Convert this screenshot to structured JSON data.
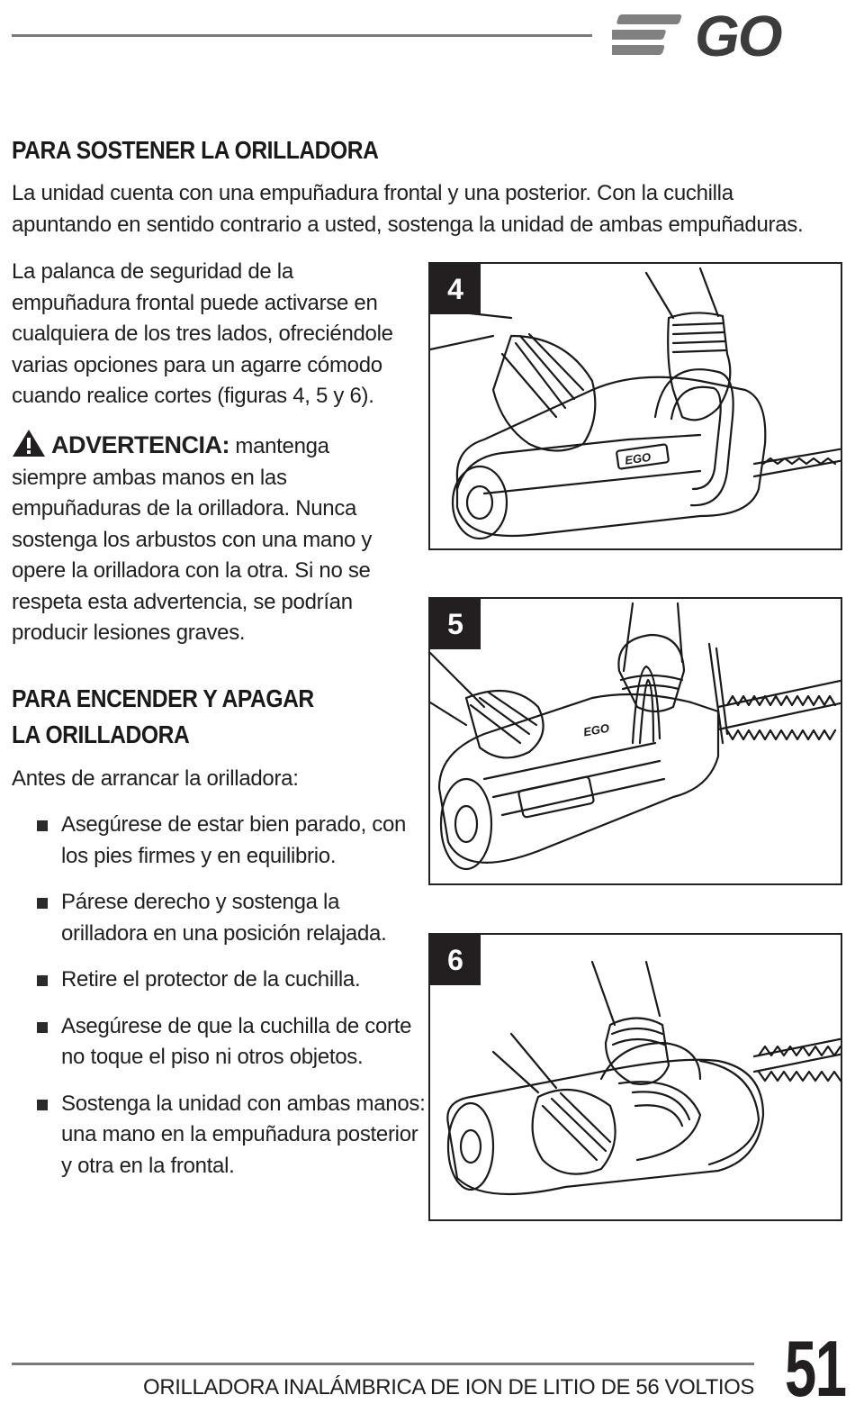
{
  "header": {
    "logo_text": "EGO"
  },
  "section1": {
    "heading": "PARA SOSTENER LA ORILLADORA",
    "intro": "La unidad cuenta con una empuñadura frontal y una posterior. Con la cuchilla apuntando en sentido contrario a usted, sostenga la unidad de ambas empuñaduras.",
    "lever_text": "La palanca de seguridad de la empuñadura frontal puede activarse en cualquiera de los tres lados, ofreciéndole varias opciones para un agarre cómodo cuando realice cortes (figuras 4, 5 y 6).",
    "warning_title": "ADVERTENCIA:",
    "warning_text": " mantenga siempre ambas manos en las empuñaduras de la orilladora. Nunca sostenga los arbustos con una mano y opere la orilladora con la otra. Si no se respeta esta advertencia, se podrían producir lesiones graves.",
    "warning_icon": "warning-triangle-icon"
  },
  "section2": {
    "heading_line1": "PARA ENCENDER Y APAGAR",
    "heading_line2": "LA ORILLADORA",
    "intro": "Antes de arrancar la orilladora:",
    "bullets": [
      "Asegúrese de estar bien parado, con los pies firmes y en equilibrio.",
      "Párese derecho y sostenga la orilladora en una posición relajada.",
      "Retire el protector de la cuchilla.",
      "Asegúrese de que la cuchilla de corte no toque el piso ni otros objetos.",
      "Sostenga la unidad con ambas manos: una mano en la empuñadura posterior y otra en la frontal."
    ]
  },
  "figures": [
    {
      "number": "4"
    },
    {
      "number": "5"
    },
    {
      "number": "6"
    }
  ],
  "footer": {
    "title": "ORILLADORA INALÁMBRICA DE ION DE LITIO DE 56 VOLTIOS",
    "page_number": "51"
  }
}
